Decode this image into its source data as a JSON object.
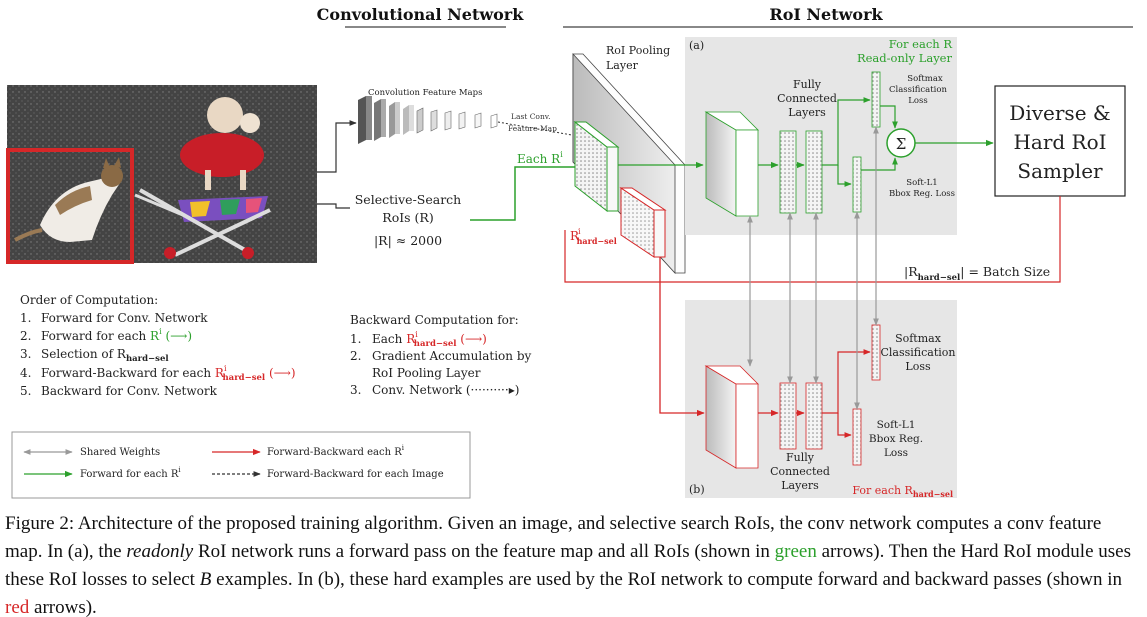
{
  "headers": {
    "conv_network": "Convolutional Network",
    "roi_network": "RoI Network"
  },
  "image": {
    "description_visible": false
  },
  "conv_features": {
    "label": "Convolution Feature Maps",
    "last_conv_line1": "Last Conv.",
    "last_conv_line2": "Feature Map"
  },
  "selective_search": {
    "line1": "Selective-Search",
    "line2": "RoIs (R)",
    "line3": "|R| ≈ 2000"
  },
  "roi_pooling": {
    "line1": "RoI Pooling",
    "line2": "Layer"
  },
  "each_r_label": "Each R",
  "each_r_sup": "i",
  "hard_sel_label": "R",
  "hard_sel_sub": "hard−sel",
  "hard_sel_sup": "i",
  "panel_a": {
    "tag": "(a)",
    "title_line1": "For each R",
    "title_line2": "Read-only Layer",
    "fc_line1": "Fully",
    "fc_line2": "Connected",
    "fc_line3": "Layers",
    "softmax_line1": "Softmax",
    "softmax_line2": "Classification",
    "softmax_line3": "Loss",
    "bbox_line1": "Soft-L1",
    "bbox_line2": "Bbox Reg. Loss",
    "sigma": "Σ"
  },
  "sampler": {
    "line1": "Diverse &",
    "line2": "Hard RoI",
    "line3": "Sampler"
  },
  "batch_size": {
    "prefix": "|R",
    "sub": "hard−sel",
    "suffix": "| = Batch Size"
  },
  "panel_b": {
    "tag": "(b)",
    "fc_line1": "Fully",
    "fc_line2": "Connected",
    "fc_line3": "Layers",
    "softmax_line1": "Softmax",
    "softmax_line2": "Classification",
    "softmax_line3": "Loss",
    "bbox_line1": "Soft-L1",
    "bbox_line2": "Bbox Reg.",
    "bbox_line3": "Loss",
    "footer_prefix": "For each R",
    "footer_sub": "hard−sel"
  },
  "order": {
    "title": "Order of Computation:",
    "items": [
      {
        "num": "1.",
        "text": "Forward for Conv. Network"
      },
      {
        "num": "2.",
        "text": "Forward for each ",
        "sym": "R",
        "sup": "i",
        "tail": " (⟶)"
      },
      {
        "num": "3.",
        "text": "Selection of R",
        "sub": "hard−sel"
      },
      {
        "num": "4.",
        "text": "Forward-Backward for each ",
        "sym": "R",
        "sup": "i",
        "sub": "hard−sel",
        "tail": " (⟶)"
      },
      {
        "num": "5.",
        "text": "Backward for Conv. Network"
      }
    ]
  },
  "backward": {
    "title": "Backward Computation for:",
    "items": [
      {
        "num": "1.",
        "text": "Each ",
        "sym": "R",
        "sup": "i",
        "sub": "hard−sel",
        "tail": " (⟶)"
      },
      {
        "num": "2.",
        "text": "Gradient Accumulation by"
      },
      {
        "num": "",
        "text": "RoI Pooling Layer"
      },
      {
        "num": "3.",
        "text": "Conv. Network (··········▸)"
      }
    ]
  },
  "legend": {
    "shared": "Shared Weights",
    "forward_each": "Forward for each R",
    "forward_each_sup": "i",
    "fb_each": "Forward-Backward each R",
    "fb_each_sup": "i",
    "fb_image": "Forward-Backward for each Image"
  },
  "caption": {
    "p1": "Figure 2:  Architecture of the proposed training algorithm.  Given an image, and selective search RoIs, the conv network computes a conv feature map. In (a), the ",
    "readonly": "readonly",
    "p2": " RoI network runs a forward pass on the feature map and all RoIs (shown in ",
    "green_word": "green",
    "p3": " arrows). Then the Hard RoI module uses these RoI losses to select ",
    "b_var": "B",
    "p4": " examples. In (b), these hard examples are used by the RoI network to compute forward and backward passes (shown in ",
    "red_word": "red",
    "p5": " arrows)."
  },
  "colors": {
    "green": "#2ca02c",
    "red": "#d62728",
    "panel_gray": "#e6e6e6",
    "line_gray": "#999999"
  }
}
